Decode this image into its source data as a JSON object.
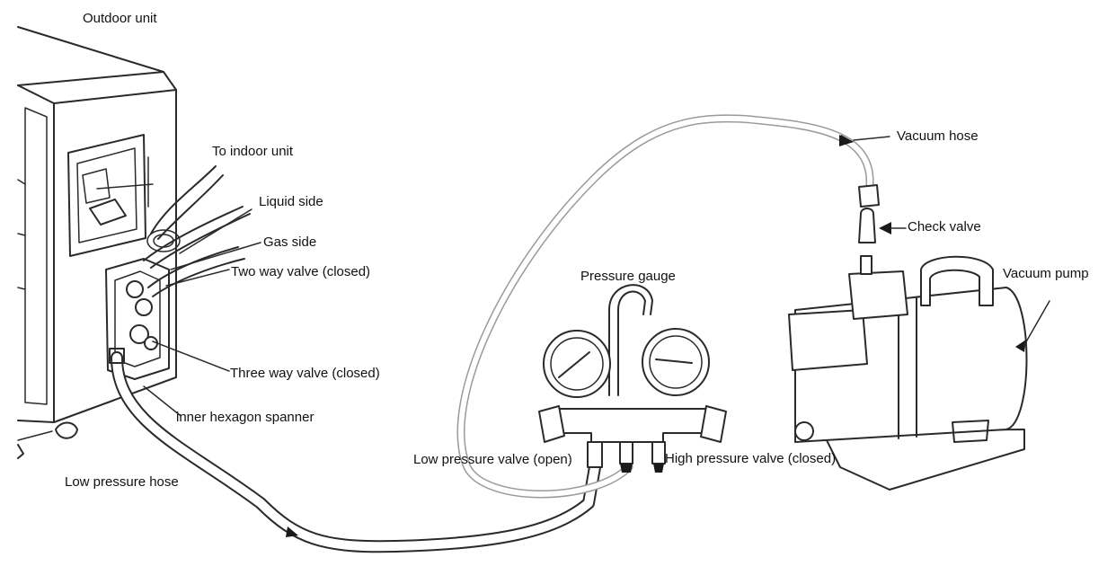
{
  "labels": {
    "outdoor_unit": "Outdoor unit",
    "to_indoor_unit": "To indoor unit",
    "liquid_side": "Liquid side",
    "gas_side": "Gas side",
    "two_way_valve": "Two way valve (closed)",
    "three_way_valve": "Three way valve (closed)",
    "inner_hexagon_spanner": "inner hexagon spanner",
    "low_pressure_hose": "Low pressure hose",
    "pressure_gauge": "Pressure gauge",
    "low_pressure_valve": "Low pressure valve (open)",
    "high_pressure_valve": "High pressure valve (closed)",
    "vacuum_hose": "Vacuum hose",
    "check_valve": "Check valve",
    "vacuum_pump": "Vacuum pump"
  }
}
